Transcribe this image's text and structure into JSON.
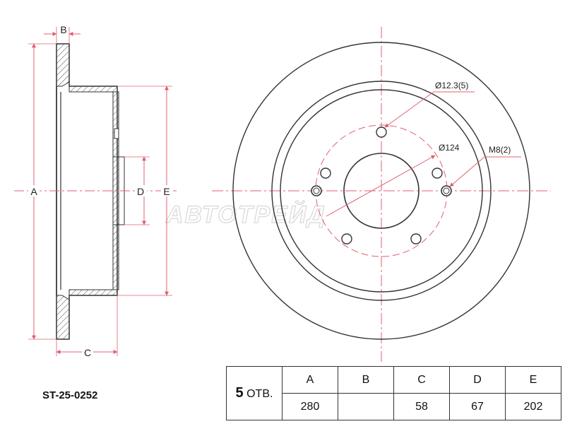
{
  "part_number": "ST-25-0252",
  "watermark": "АВТОТРЕЙД",
  "side_view": {
    "labels": {
      "A": "A",
      "B": "B",
      "C": "C",
      "D": "D",
      "E": "E"
    }
  },
  "front_view": {
    "annotations": {
      "bolt_hole": "Ø12.3(5)",
      "pcd": "Ø124",
      "thread": "M8(2)"
    }
  },
  "spec_table": {
    "holes_number": "5",
    "holes_unit": "ОТВ.",
    "headers": [
      "A",
      "B",
      "C",
      "D",
      "E"
    ],
    "values": [
      "280",
      "",
      "58",
      "67",
      "202"
    ]
  },
  "colors": {
    "line": "#333333",
    "centerline": "#e06070",
    "hatch": "#555555"
  }
}
